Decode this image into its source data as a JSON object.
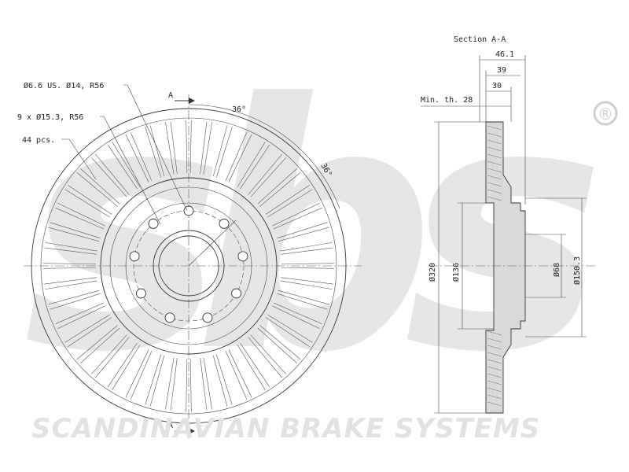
{
  "brand": {
    "logo_text": "sbs",
    "registered_mark": "®",
    "tagline": "SCANDINAVIAN BRAKE SYSTEMS"
  },
  "front_view": {
    "label_bolt_hole": "Ø6.6 US. Ø14, R56",
    "label_holes": "9 x Ø15.3, R56",
    "label_vanes": "44 pcs.",
    "section_mark_top": "A",
    "section_mark_bottom": "A",
    "angle_label_1": "36°",
    "angle_label_2": "36°",
    "vane_count": 44,
    "hole_count": 9
  },
  "section_view": {
    "title": "Section A-A",
    "dim_width": "46.1",
    "dim_hub_height": "39",
    "dim_thickness": "30",
    "min_thickness_label": "Min. th. 28",
    "dim_outer_diameter": "Ø320",
    "dim_hat_diameter": "Ø136",
    "dim_center_bore": "Ø68",
    "dim_pcd": "Ø150.3"
  },
  "colors": {
    "line": "#333333",
    "watermark": "#e2e2e2",
    "background": "#ffffff"
  }
}
